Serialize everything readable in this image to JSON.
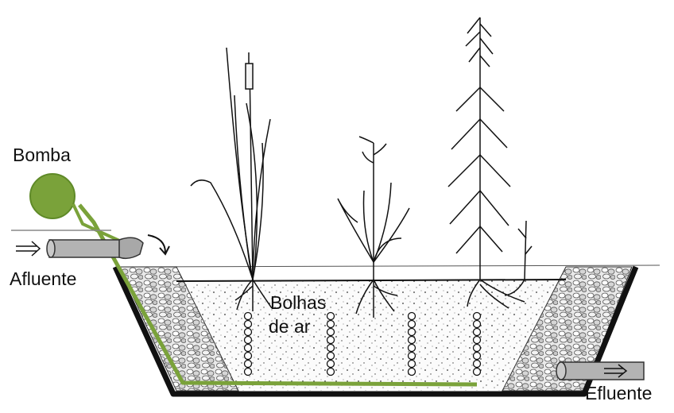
{
  "labels": {
    "pump": "Bomba",
    "influent": "Afluente",
    "effluent": "Efluente",
    "air_bubbles_line1": "Bolhas",
    "air_bubbles_line2": "de ar"
  },
  "colors": {
    "pipe_green": "#7aa23a",
    "pump_green": "#7aa23a",
    "pipe_grey": "#b3b3b3",
    "outline": "#111111",
    "gravel": "#cfcfcf"
  },
  "icons": [
    "pump-icon",
    "inlet-pipe-icon",
    "outlet-pipe-icon",
    "flow-arrow-icon",
    "plant-icon",
    "air-bubble-icon"
  ]
}
